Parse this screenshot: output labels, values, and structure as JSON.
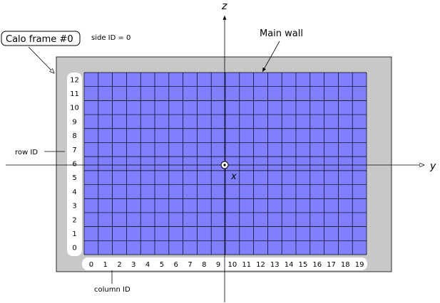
{
  "title": {
    "frame_label": "Calo frame #0",
    "side_id": "side ID = 0"
  },
  "annotations": {
    "main_wall": "Main wall",
    "row_id": "row ID",
    "column_id": "column ID"
  },
  "axes": {
    "z": "z",
    "y": "y",
    "x": "x"
  },
  "grid": {
    "columns": 20,
    "rows": 13,
    "column_labels": [
      "0",
      "1",
      "2",
      "3",
      "4",
      "5",
      "6",
      "7",
      "8",
      "9",
      "10",
      "11",
      "12",
      "13",
      "14",
      "15",
      "16",
      "17",
      "18",
      "19"
    ],
    "row_labels": [
      "0",
      "1",
      "2",
      "3",
      "4",
      "5",
      "6",
      "7",
      "8",
      "9",
      "10",
      "11",
      "12"
    ]
  },
  "colors": {
    "cell_fill": "#8080ff",
    "frame_fill": "#c8c8c8",
    "label_strip": "#ffffff",
    "line": "#000000"
  }
}
